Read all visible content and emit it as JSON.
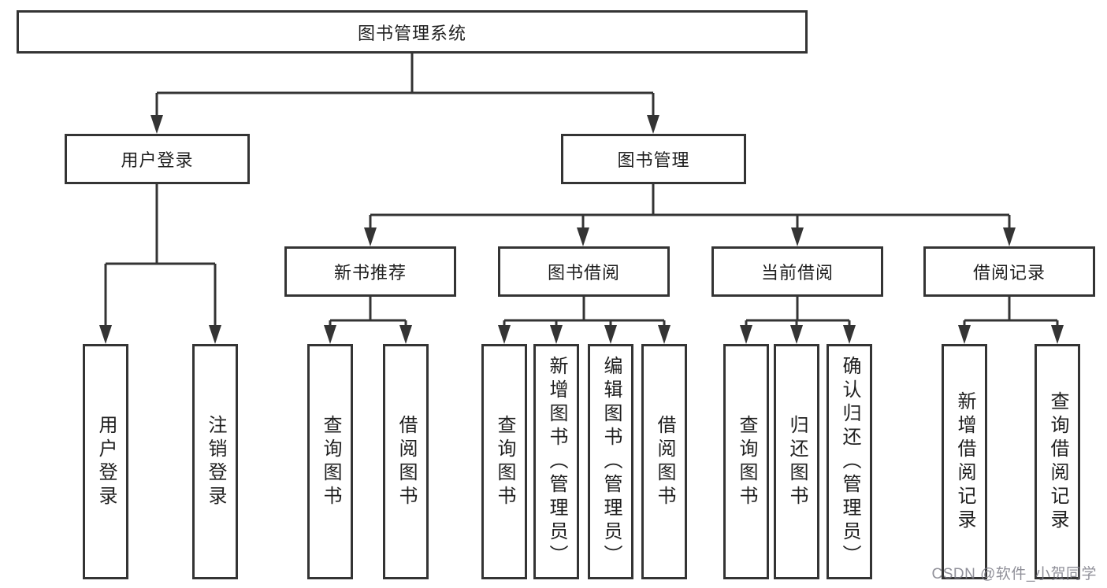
{
  "watermark": "CSDN @软件_小贺同学",
  "colors": {
    "line": "#343434",
    "box_border": "#343434",
    "box_fill": "#ffffff",
    "text": "#1f1f1f",
    "watermark": "#8b8b93",
    "background": "#ffffff"
  },
  "tree": {
    "label": "图书管理系统",
    "children": [
      {
        "label": "用户登录",
        "children": [
          {
            "label": "用户登录"
          },
          {
            "label": "注销登录"
          }
        ]
      },
      {
        "label": "图书管理",
        "children": [
          {
            "label": "新书推荐",
            "children": [
              {
                "label": "查询图书"
              },
              {
                "label": "借阅图书"
              }
            ]
          },
          {
            "label": "图书借阅",
            "children": [
              {
                "label": "查询图书"
              },
              {
                "label": "新增图书（管理员）"
              },
              {
                "label": "编辑图书（管理员）"
              },
              {
                "label": "借阅图书"
              }
            ]
          },
          {
            "label": "当前借阅",
            "children": [
              {
                "label": "查询图书"
              },
              {
                "label": "归还图书"
              },
              {
                "label": "确认归还（管理员）"
              }
            ]
          },
          {
            "label": "借阅记录",
            "children": [
              {
                "label": "新增借阅记录"
              },
              {
                "label": "查询借阅记录"
              }
            ]
          }
        ]
      }
    ]
  }
}
